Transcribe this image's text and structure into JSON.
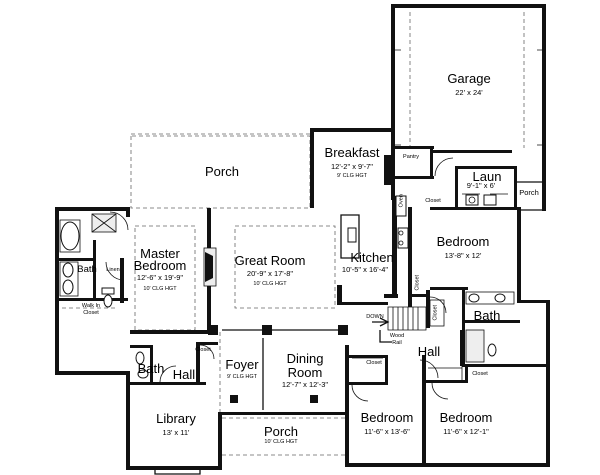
{
  "rooms": {
    "garage": {
      "name": "Garage",
      "dims": "22' x 24'"
    },
    "breakfast": {
      "name": "Breakfast",
      "dims": "12'-2\" x 9'-7\"",
      "ceiling": "9' CLG HGT"
    },
    "porch_back": {
      "name": "Porch"
    },
    "pantry": {
      "name": "Pantry"
    },
    "laundry": {
      "name": "Laun",
      "dims": "9'-1\" x 6'"
    },
    "porch_side": {
      "name": "Porch"
    },
    "closet_laundry": {
      "name": "Closet"
    },
    "oven": {
      "name": "Oven"
    },
    "master_bedroom": {
      "name": "Master Bedroom",
      "dims": "12'-6\" x 19'-9\"",
      "ceiling": "10' CLG HGT"
    },
    "great_room": {
      "name": "Great Room",
      "dims": "20'-9\" x 17'-8\"",
      "ceiling": "10' CLG HGT"
    },
    "kitchen": {
      "name": "Kitchen",
      "dims": "10'-5\" x 16'-4\""
    },
    "bedroom_right": {
      "name": "Bedroom",
      "dims": "13'-8\" x 12'"
    },
    "bath_master": {
      "name": "Bath"
    },
    "linen": {
      "name": "Linen"
    },
    "walk_in_closet": {
      "name": "Walk In Closet"
    },
    "closet_bed_right_a": {
      "name": "Closet"
    },
    "closet_bed_right_b": {
      "name": "Closet"
    },
    "bath_right": {
      "name": "Bath"
    },
    "stairs_down": {
      "name": "DOWN"
    },
    "wood_rail": {
      "name": "Wood Rail"
    },
    "hall_right": {
      "name": "Hall"
    },
    "closet_foyer": {
      "name": "Closet"
    },
    "foyer": {
      "name": "Foyer",
      "ceiling": "9' CLG HGT"
    },
    "dining_room": {
      "name": "Dining Room",
      "dims": "12'-7\" x 12'-3\""
    },
    "bath_small": {
      "name": "Bath"
    },
    "hall_left": {
      "name": "Hall"
    },
    "closet_bed_mid": {
      "name": "Closet"
    },
    "closet_bed_east": {
      "name": "Closet"
    },
    "library": {
      "name": "Library",
      "dims": "13' x 11'"
    },
    "bedroom_mid": {
      "name": "Bedroom",
      "dims": "11'-6\" x 13'-6\""
    },
    "bedroom_east": {
      "name": "Bedroom",
      "dims": "11'-6\" x 12'-1\""
    },
    "porch_front": {
      "name": "Porch",
      "ceiling": "10' CLG HGT"
    }
  }
}
